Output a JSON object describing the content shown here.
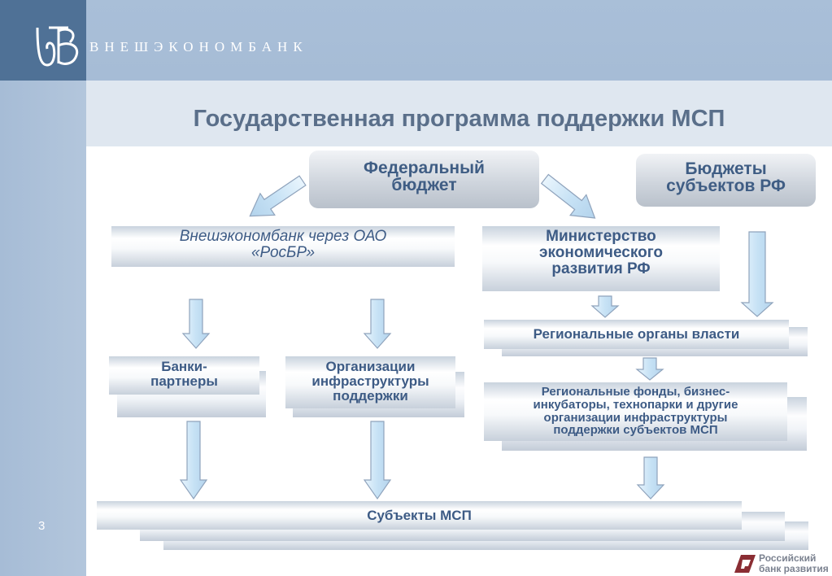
{
  "header": {
    "brand_name": "ВНЕШЭКОНОМБАНК",
    "title": "Государственная программа поддержки МСП",
    "page_number": "3"
  },
  "colors": {
    "frame_blue": "#a6bcd6",
    "logo_blue": "#4f7196",
    "title_text": "#5a6f8a",
    "box_text": "#3f5d84",
    "arrow_fill": "#d4e9f8",
    "arrow_stroke": "#8fa3bc"
  },
  "diagram": {
    "federal_budget": [
      "Федеральный",
      "бюджет"
    ],
    "regional_budgets": [
      "Бюджеты",
      "субъектов РФ"
    ],
    "veb_rosbr": [
      "Внешэкономбанк через ОАО",
      "«РосБР»"
    ],
    "ministry": [
      "Министерство",
      "экономического",
      "развития РФ"
    ],
    "banks": [
      "Банки-",
      "партнеры"
    ],
    "infrastructure": [
      "Организации",
      "инфраструктуры",
      "поддержки"
    ],
    "regional_authorities": "Региональные органы власти",
    "regional_funds": [
      "Региональные фонды, бизнес-",
      "инкубаторы, технопарки и другие",
      "организации инфраструктуры",
      "поддержки субъектов МСП"
    ],
    "msp_subjects": "Субъекты МСП"
  },
  "footer": {
    "partner_logo": [
      "Российский",
      "банк развития"
    ]
  }
}
